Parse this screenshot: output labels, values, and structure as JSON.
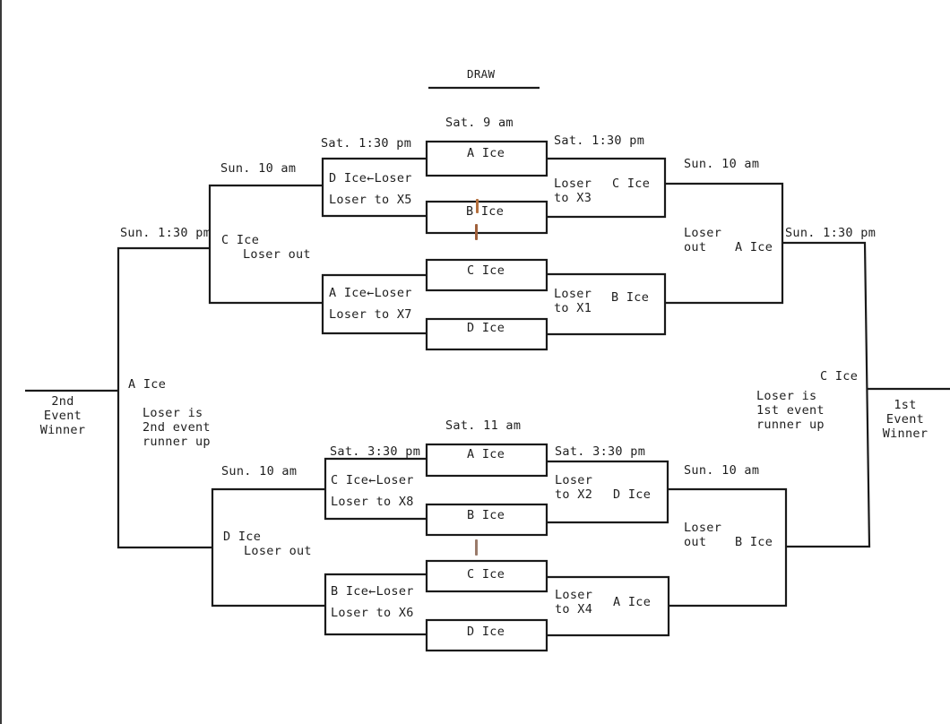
{
  "title": "DRAW",
  "final_left": {
    "time": "Sun. 1:30 pm",
    "ice": "A Ice",
    "note": [
      "Loser is",
      "2nd event",
      "runner up"
    ],
    "result": [
      "2nd",
      "Event",
      "Winner"
    ]
  },
  "final_right": {
    "time": "Sun. 1:30 pm",
    "ice": "C Ice",
    "note": [
      "Loser is",
      "1st event",
      "runner up"
    ],
    "result": [
      "1st",
      "Event",
      "Winner"
    ]
  },
  "upper": {
    "round1_time": "Sat. 9 am",
    "round1_games": [
      "A Ice",
      "B Ice",
      "C Ice",
      "D Ice"
    ],
    "left": {
      "semi_time": "Sun. 10 am",
      "semi_ice": "C Ice",
      "semi_note": "Loser out",
      "qf_time": "Sat. 1:30 pm",
      "qf1_ice": "D Ice",
      "qf1_arrow": "←Loser",
      "qf1_note": "Loser to X5",
      "qf2_ice": "A Ice",
      "qf2_arrow": "←Loser",
      "qf2_note": "Loser to X7"
    },
    "right": {
      "semi_time": "Sun. 10 am",
      "semi_ice": "A Ice",
      "semi_note": [
        "Loser",
        "out"
      ],
      "qf_time": "Sat. 1:30 pm",
      "qf1_ice": "C Ice",
      "qf1_note": [
        "Loser",
        "to X3"
      ],
      "qf2_ice": "B Ice",
      "qf2_note": [
        "Loser",
        "to X1"
      ]
    }
  },
  "lower": {
    "round1_time": "Sat. 11 am",
    "round1_games": [
      "A Ice",
      "B Ice",
      "C Ice",
      "D Ice"
    ],
    "left": {
      "semi_time": "Sun. 10 am",
      "semi_ice": "D Ice",
      "semi_note": "Loser out",
      "qf_time": "Sat. 3:30 pm",
      "qf1_ice": "C Ice",
      "qf1_arrow": "←Loser",
      "qf1_note": "Loser to X8",
      "qf2_ice": "B Ice",
      "qf2_arrow": "←Loser",
      "qf2_note": "Loser to X6"
    },
    "right": {
      "semi_time": "Sun. 10 am",
      "semi_ice": "B Ice",
      "semi_note": [
        "Loser",
        "out"
      ],
      "qf_time": "Sat. 3:30 pm",
      "qf1_ice": "D Ice",
      "qf1_note": [
        "Loser",
        "to X2"
      ],
      "qf2_ice": "A Ice",
      "qf2_note": [
        "Loser",
        "to X4"
      ]
    }
  }
}
